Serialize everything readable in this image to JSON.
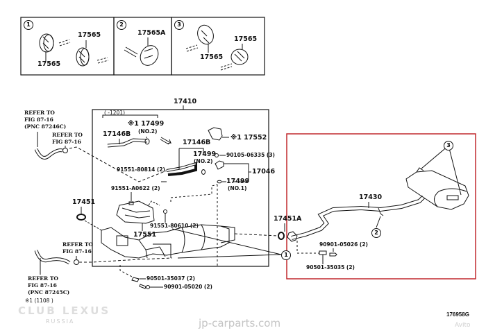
{
  "diagram": {
    "inset_panels": [
      {
        "index": "1",
        "labels": [
          "17565",
          "17565"
        ]
      },
      {
        "index": "2",
        "labels": [
          "17565A"
        ]
      },
      {
        "index": "3",
        "labels": [
          "17565",
          "17565"
        ]
      }
    ],
    "main_assembly": {
      "label": "17410",
      "date_range": "(      -1201)"
    },
    "parts": {
      "p17499_no2_top": {
        "number": "※1 17499",
        "note": "(NO.2)"
      },
      "p17146b_left": "17146B",
      "p17146b_mid": "17146B",
      "p17552": "※1 17552",
      "p17499_no2_mid": {
        "number": "17499",
        "note": "(NO.2)"
      },
      "p90105": "90105-06335 (3)",
      "p17499_no1": {
        "number": "17499",
        "note": "(NO.1)"
      },
      "p17046": "17046",
      "p91551_80814": "91551-80814 (2)",
      "p91551_a0622": "91551-A0622 (2)",
      "p17451": "17451",
      "p91551_80610": "91551-80610 (2)",
      "p17551": "17551",
      "p17451a": "17451A",
      "p17430": "17430",
      "p90901_05026": "90901-05026 (2)",
      "p90501_35035": "90501-35035 (2)",
      "p90501_35037": "90501-35037 (2)",
      "p90901_05020": "90901-05020 (2)"
    },
    "refer_notes": {
      "top_left": [
        "REFER TO",
        "FIG 87-16",
        "(PNC 87246C)"
      ],
      "top_mid": [
        "REFER TO",
        "FIG 87-16"
      ],
      "bottom_mid": [
        "REFER TO",
        "FIG 87-16"
      ],
      "bottom_left": [
        "REFER TO",
        "FIG 87-16",
        "(PNC 87245C)"
      ]
    },
    "callouts": {
      "c1": "1",
      "c2": "2",
      "c3": "3"
    },
    "footnote": "※1 (1108      )",
    "figure_code": "176958G"
  },
  "watermarks": {
    "club": "CLUB LEXUS",
    "country": "RUSSIA",
    "site": "jp-carparts.com",
    "avito": "Avito"
  },
  "colors": {
    "line": "#111111",
    "highlight": "#c0282d",
    "watermark": "#c8c8c8"
  }
}
